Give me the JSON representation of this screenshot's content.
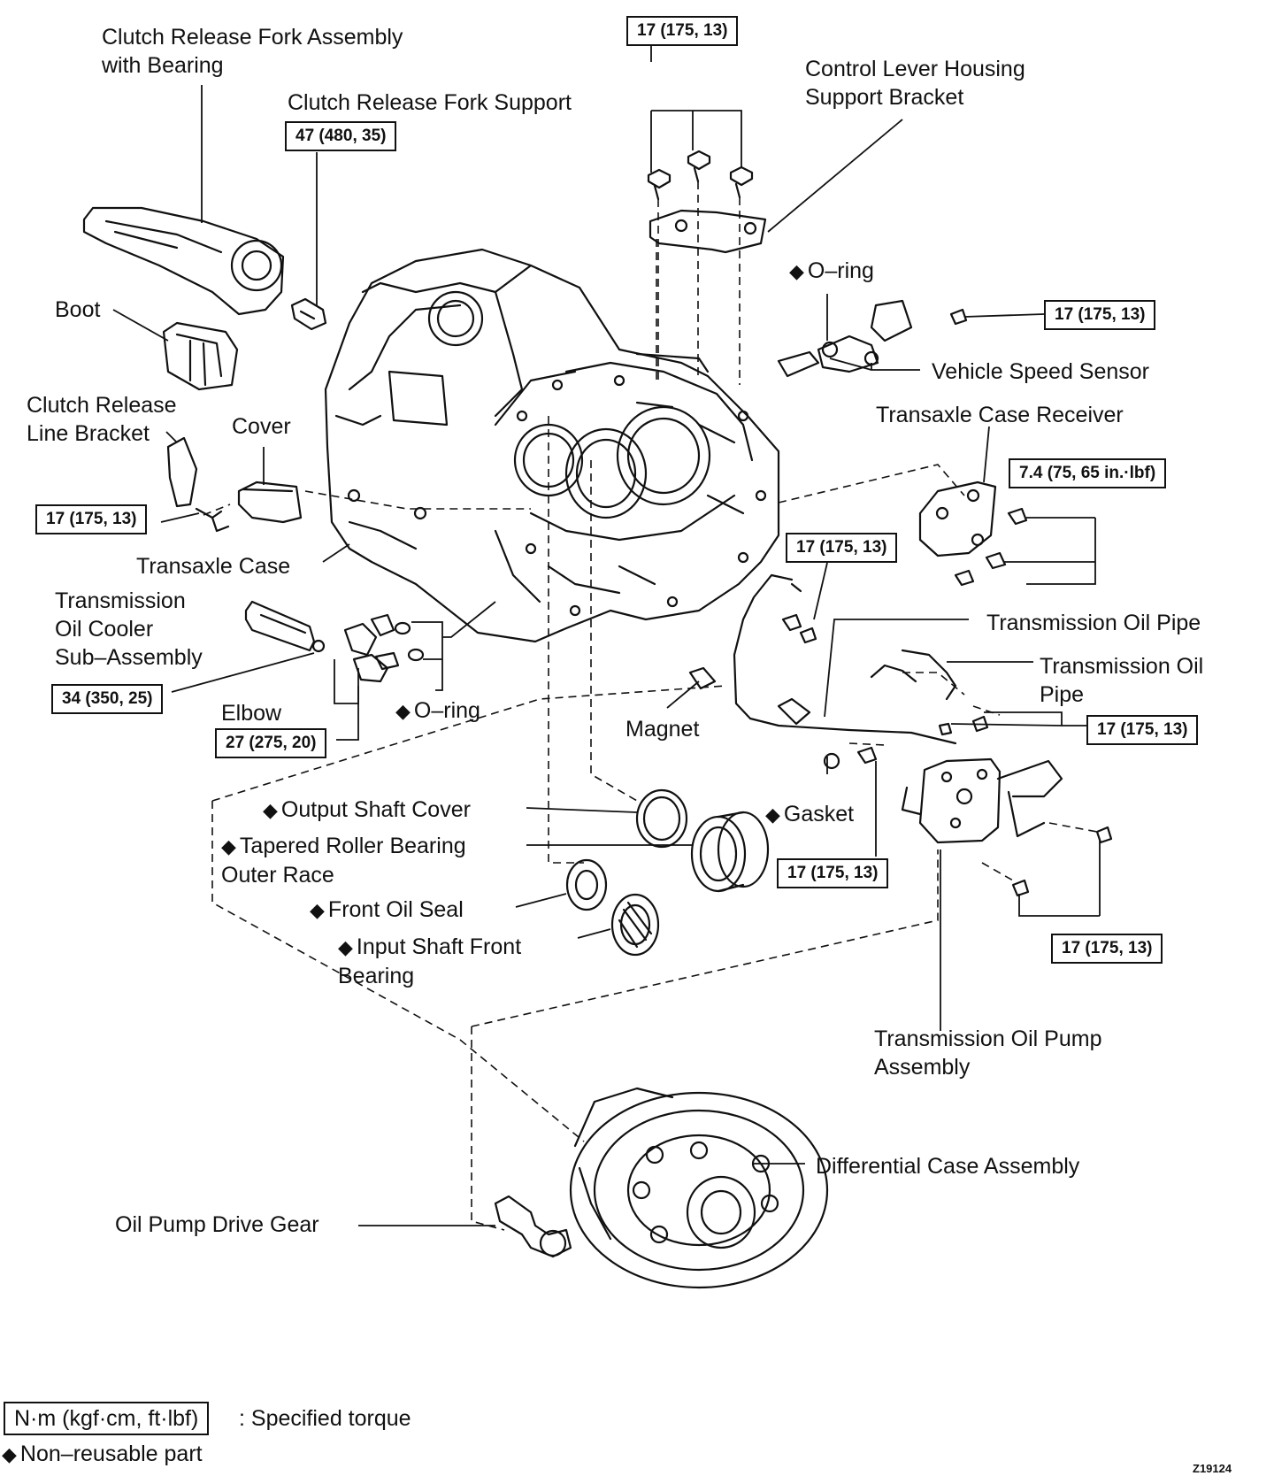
{
  "labels": {
    "clutch_fork_assembly": "Clutch Release Fork Assembly\nwith Bearing",
    "clutch_fork_support": "Clutch Release Fork Support",
    "control_lever_bracket": "Control Lever Housing\nSupport Bracket",
    "boot": "Boot",
    "o_ring_top": "O–ring",
    "vehicle_speed_sensor": "Vehicle Speed Sensor",
    "clutch_release_line_bracket": "Clutch Release\nLine Bracket",
    "cover": "Cover",
    "transaxle_case_receiver": "Transaxle Case Receiver",
    "transaxle_case": "Transaxle Case",
    "oil_cooler": "Transmission\nOil Cooler\nSub–Assembly",
    "transmission_oil_pipe_1": "Transmission Oil Pipe",
    "transmission_oil_pipe_2": "Transmission Oil\nPipe",
    "elbow": "Elbow",
    "o_ring_lower": "O–ring",
    "magnet": "Magnet",
    "output_shaft_cover": "Output Shaft Cover",
    "tapered_roller_bearing": "Tapered Roller Bearing\nOuter Race",
    "gasket": "Gasket",
    "front_oil_seal": "Front Oil Seal",
    "input_shaft_front_bearing": "Input Shaft Front\nBearing",
    "oil_pump_assembly": "Transmission Oil Pump\nAssembly",
    "differential_case": "Differential Case Assembly",
    "oil_pump_drive_gear": "Oil Pump Drive Gear"
  },
  "torques": {
    "top_bolts": "17 (175, 13)",
    "fork_support": "47 (480, 35)",
    "speed_sensor": "17 (175, 13)",
    "receiver": "7.4 (75, 65 in.·lbf)",
    "line_bracket": "17 (175, 13)",
    "pipe_bolt": "17 (175, 13)",
    "oil_cooler": "34 (350, 25)",
    "elbow": "27 (275, 20)",
    "pipe_right": "17 (175, 13)",
    "gasket_bolt": "17 (175, 13)",
    "pump_bolts": "17 (175, 13)"
  },
  "legend": {
    "torque_box": "N·m (kgf·cm, ft·lbf)",
    "torque_desc": ": Specified torque",
    "nonreusable": "Non–reusable part"
  },
  "diamond": "◆",
  "figure_code": "Z19124"
}
